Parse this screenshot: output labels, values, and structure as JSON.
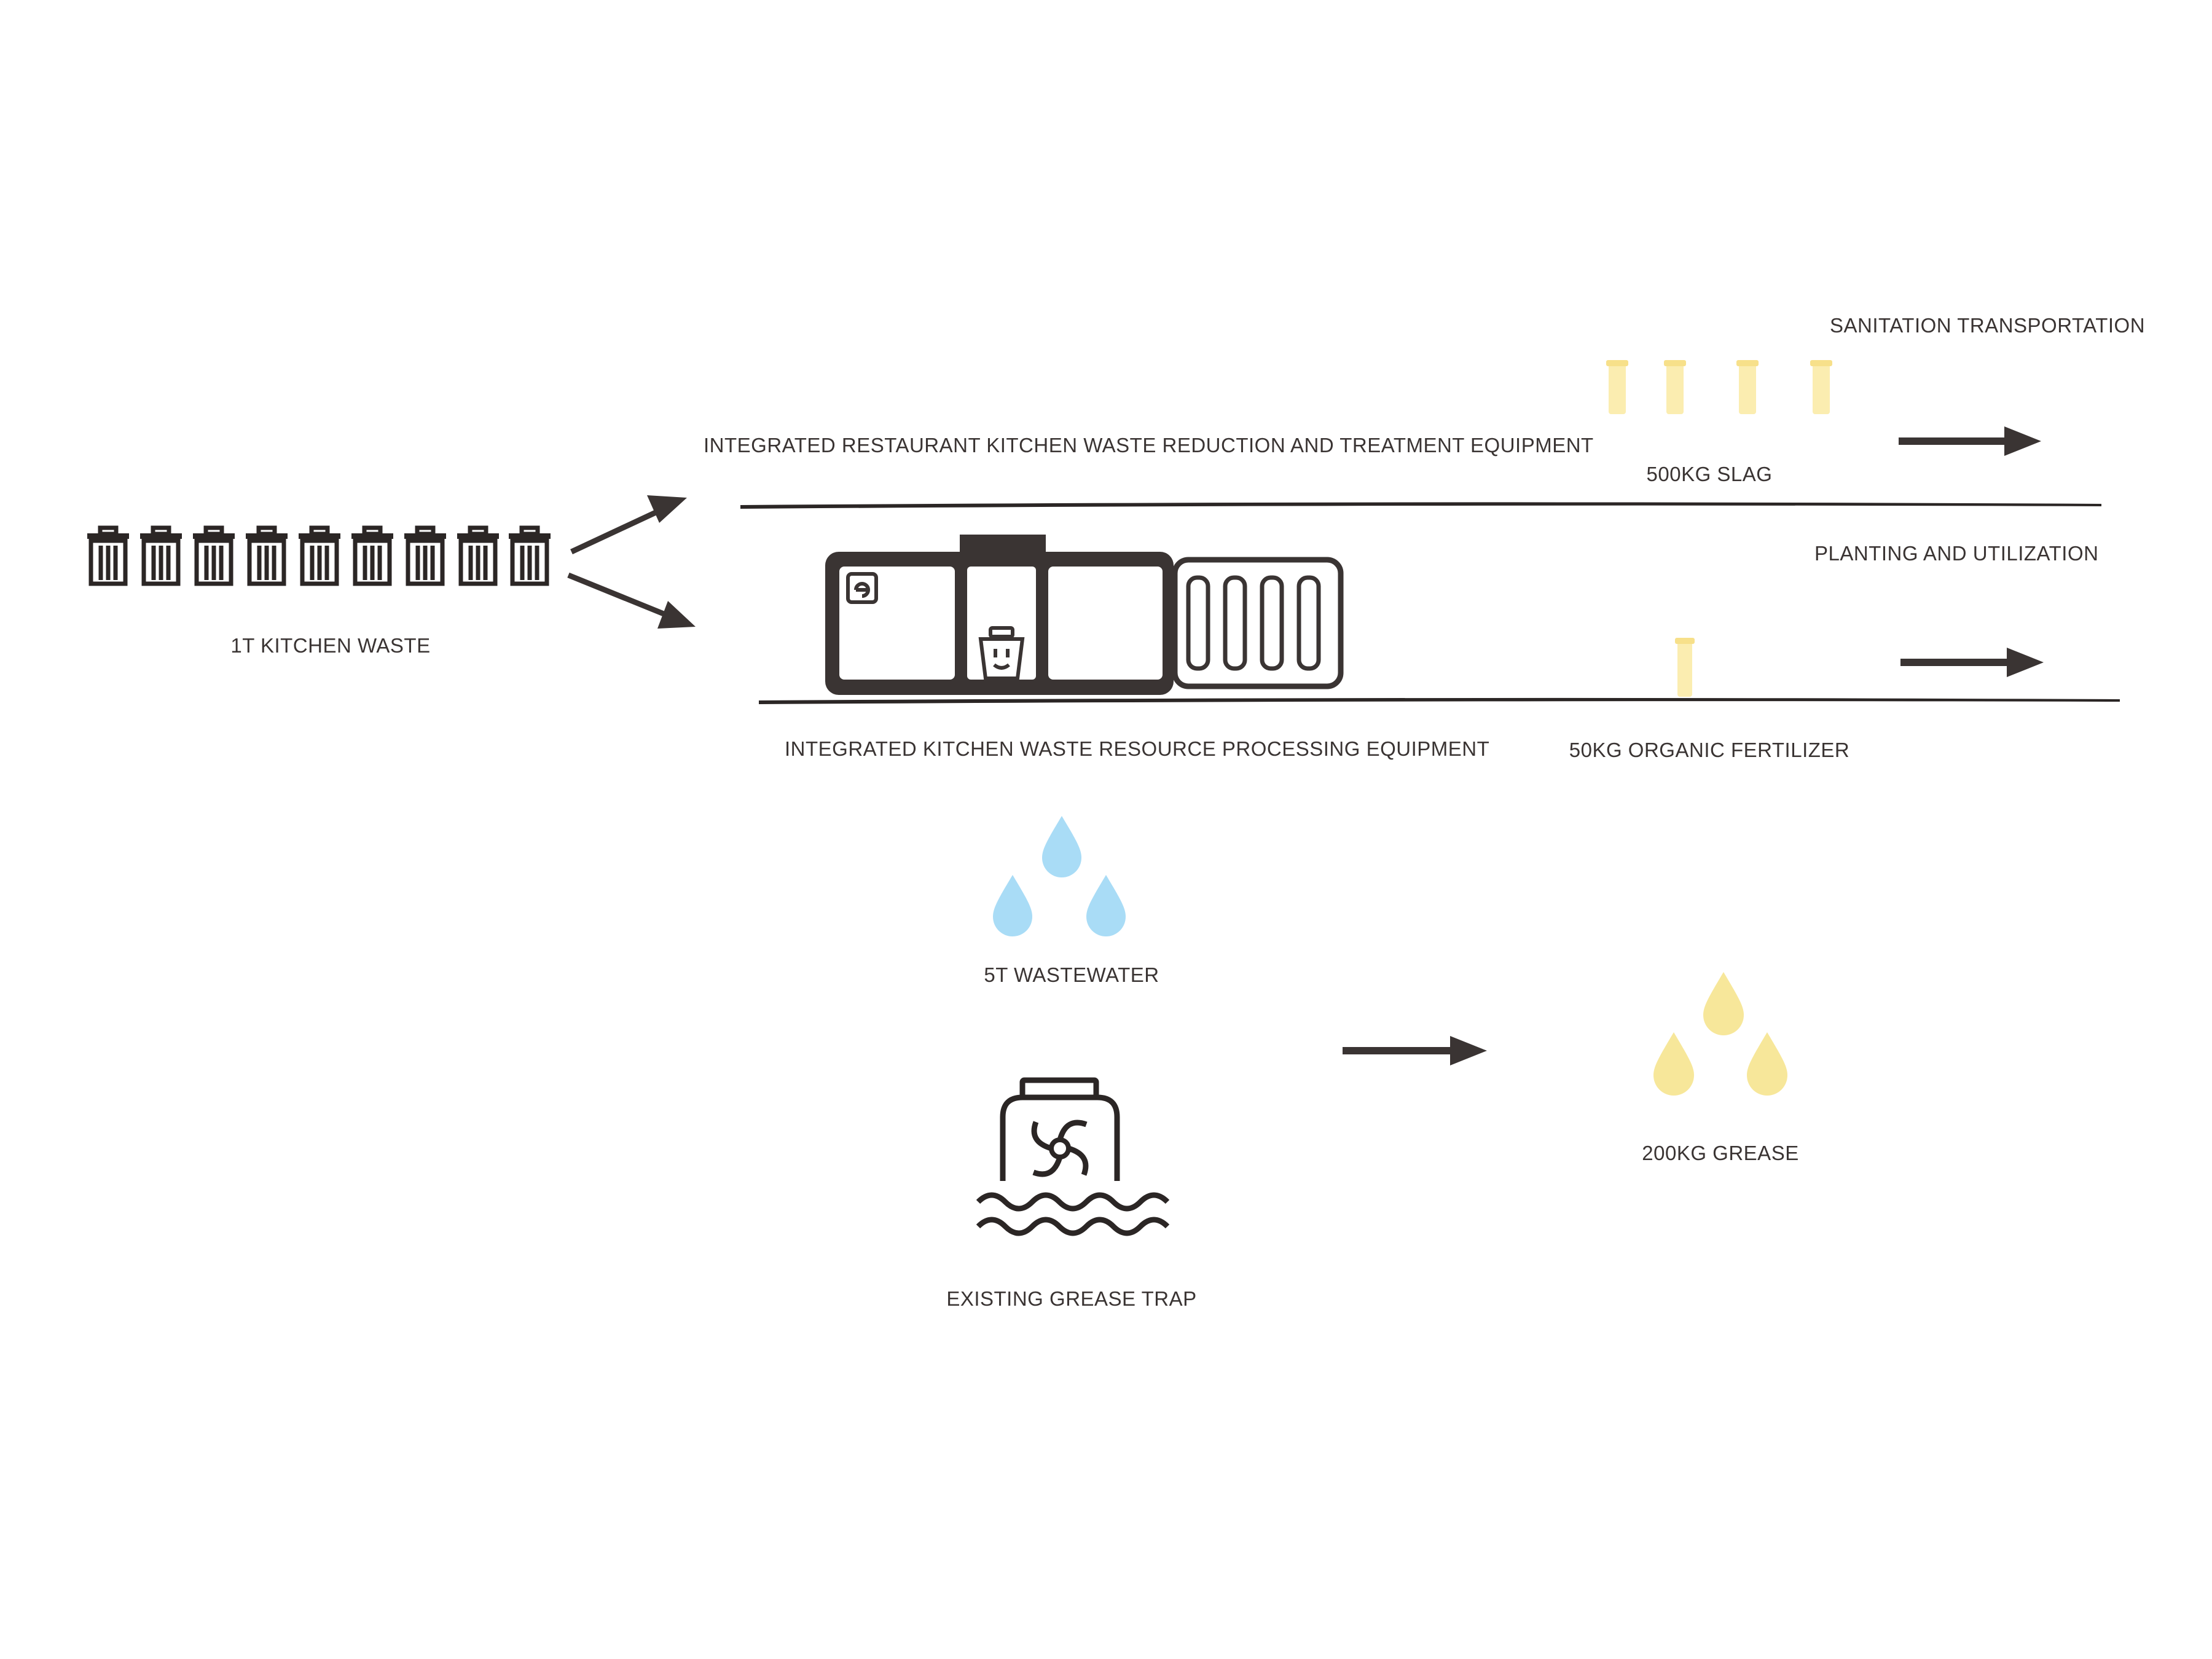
{
  "labels": {
    "kitchen_waste": "1T KITCHEN WASTE",
    "reduction_equipment": "INTEGRATED RESTAURANT KITCHEN WASTE REDUCTION AND TREATMENT EQUIPMENT",
    "resource_equipment": "INTEGRATED KITCHEN WASTE RESOURCE PROCESSING EQUIPMENT",
    "sanitation_transportation": "SANITATION TRANSPORTATION",
    "slag": "500KG SLAG",
    "planting_utilization": "PLANTING AND UTILIZATION",
    "organic_fertilizer": "50KG ORGANIC FERTILIZER",
    "wastewater": "5T WASTEWATER",
    "grease_trap": "EXISTING GREASE TRAP",
    "grease": "200KG GREASE"
  },
  "icons": {
    "trash_can": "trash-can-icon",
    "processing_machine": "processing-machine-icon",
    "slag_bag": "slag-bag-icon",
    "fertilizer_bag": "fertilizer-bag-icon",
    "water_drop": "water-drop-icon",
    "grease_drop": "grease-drop-icon",
    "grease_trap": "grease-trap-icon",
    "arrow": "arrow-right-icon"
  },
  "colors": {
    "ink": "#3a3433",
    "water": "#a9dcf6",
    "grease": "#f7e79a",
    "bag": "#fbedb0"
  }
}
